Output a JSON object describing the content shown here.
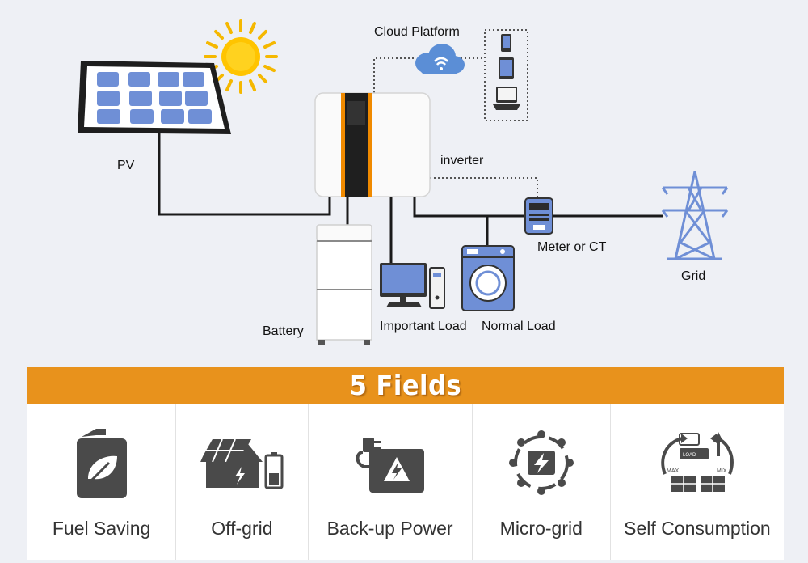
{
  "diagram": {
    "labels": {
      "cloud": "Cloud Platform",
      "pv": "PV",
      "inverter": "inverter",
      "meter": "Meter or CT",
      "grid": "Grid",
      "battery": "Battery",
      "important_load": "Important Load",
      "normal_load": "Normal Load"
    }
  },
  "banner": {
    "title": "5 Fields"
  },
  "fields": [
    {
      "label": "Fuel Saving",
      "icon": "fuel-can-leaf-icon"
    },
    {
      "label": "Off-grid",
      "icon": "solar-house-battery-icon"
    },
    {
      "label": "Back-up Power",
      "icon": "backup-power-plug-icon"
    },
    {
      "label": "Micro-grid",
      "icon": "microgrid-network-icon"
    },
    {
      "label": "Self Consumption",
      "icon": "self-consumption-cycle-icon"
    }
  ],
  "icon_labels": {
    "max": "MAX",
    "mix": "MIX",
    "load": "LOAD"
  },
  "colors": {
    "accent_orange": "#e8921c",
    "panel_blue": "#6f8fd6",
    "icon_dark": "#4a4a4a",
    "line_dark": "#1a1a1a"
  }
}
